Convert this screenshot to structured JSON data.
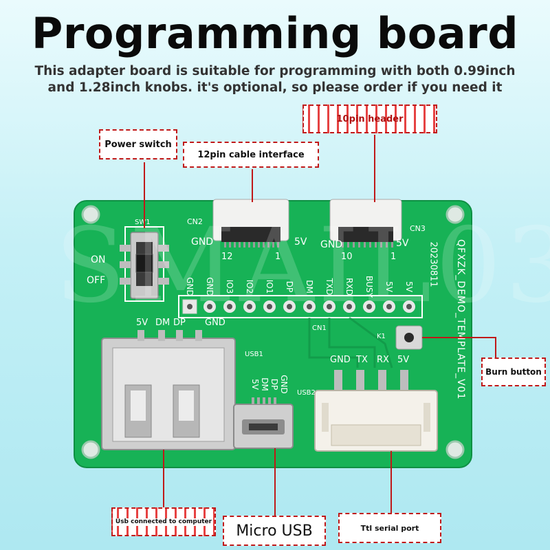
{
  "title": "Programming board",
  "subtitle_line1": "This adapter board is suitable for programming with both 0.99inch",
  "subtitle_line2": "and 1.28inch knobs. it's optional, so please order if you need it",
  "watermark": "SMAIL03",
  "callouts": {
    "power_switch": "Power switch",
    "cable_12pin": "12pin cable interface",
    "header_10pin": "10pin header",
    "burn_button": "Burn button",
    "usb_computer": "Usb connected to computer",
    "micro_usb": "Micro USB",
    "ttl_serial": "Ttl serial port"
  },
  "silkscreen": {
    "sw1": "SW1",
    "on": "ON",
    "off": "OFF",
    "cn2": "CN2",
    "cn3": "CN3",
    "cn1": "CN1",
    "k1": "K1",
    "usb1": "USB1",
    "usb2": "USB2",
    "cn2_gnd": "GND",
    "cn2_5v": "5V",
    "cn2_12": "12",
    "cn2_1": "1",
    "cn3_gnd": "GND",
    "cn3_5v": "5V",
    "cn3_10": "10",
    "cn3_1": "1",
    "header_pins": [
      "GND",
      "GND",
      "IO3",
      "IO2",
      "IO1",
      "DP",
      "DM",
      "TXD",
      "RXD",
      "BUSY",
      "5V",
      "5V"
    ],
    "usb1_pins": [
      "5V",
      "DM",
      "DP",
      "GND"
    ],
    "micro_pins": [
      "5V",
      "DM",
      "DP",
      "GND"
    ],
    "usb2_pins": [
      "GND",
      "TX",
      "RX",
      "5V"
    ],
    "side_text": "QFXZK_DEMO_TEMPLATE_V01",
    "date": "20230811"
  },
  "colors": {
    "pcb": "#17b256",
    "pcb_dark": "#0f8f43",
    "callout_border": "#c01818"
  }
}
